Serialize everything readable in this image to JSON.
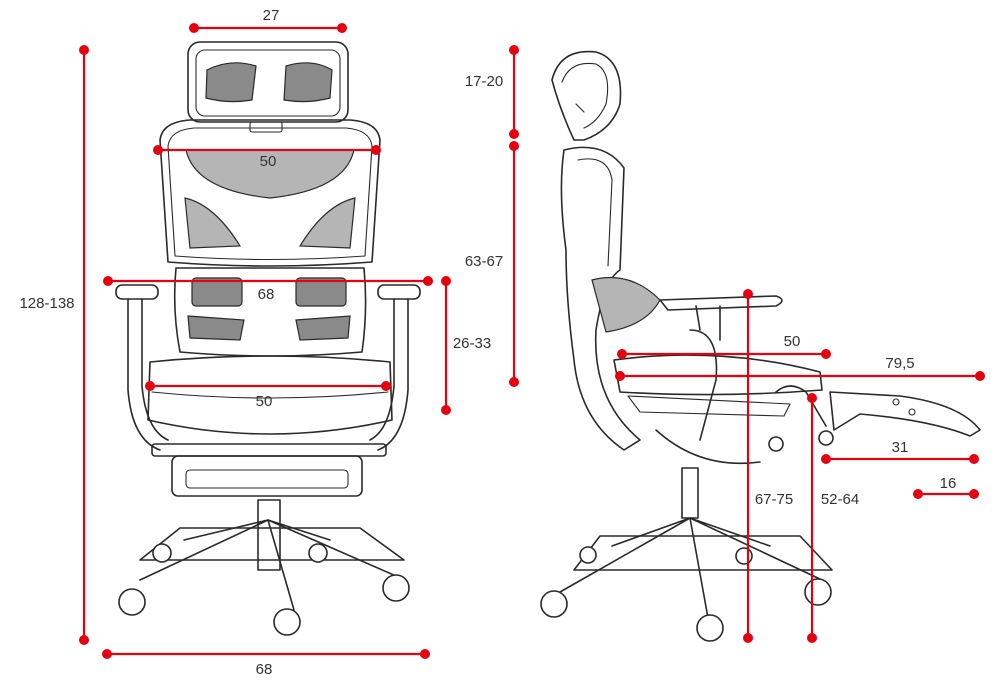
{
  "diagram": {
    "accent_color": "#e4000f",
    "line_color": "#2a2a2a",
    "views": [
      "front-view",
      "side-view"
    ],
    "dimensions": {
      "front_headrest_width": "27",
      "front_backrest_width": "50",
      "front_lumbar_width": "68",
      "front_seat_width": "50",
      "front_total_height": "128-138",
      "front_base_width": "68",
      "front_armrest_height": "26-33",
      "side_headrest_height": "17-20",
      "side_backrest_height": "63-67",
      "side_seat_depth": "50",
      "side_depth_with_footrest": "79,5",
      "side_footrest_length": "31",
      "side_footrest_width": "16",
      "side_armrest_floor_height": "67-75",
      "side_seat_height": "52-64"
    }
  }
}
